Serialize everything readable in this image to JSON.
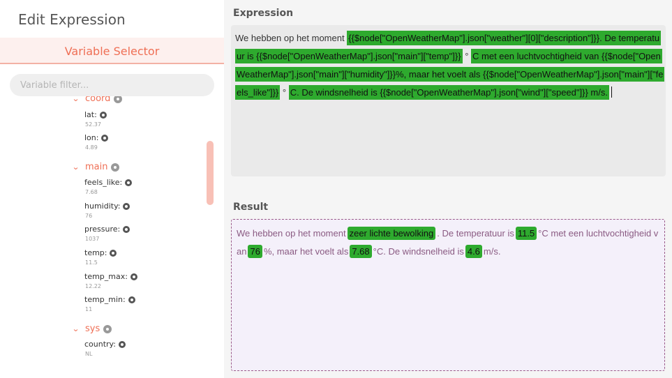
{
  "dialog": {
    "title": "Edit Expression"
  },
  "variable_selector": {
    "title": "Variable Selector",
    "filter_placeholder": "Variable filter...",
    "groups": {
      "coord": {
        "label": "coord",
        "items": [
          {
            "key": "lat:",
            "value": "52.37"
          },
          {
            "key": "lon:",
            "value": "4.89"
          }
        ]
      },
      "main": {
        "label": "main",
        "items": [
          {
            "key": "feels_like:",
            "value": "7.68"
          },
          {
            "key": "humidity:",
            "value": "76"
          },
          {
            "key": "pressure:",
            "value": "1037"
          },
          {
            "key": "temp:",
            "value": "11.5"
          },
          {
            "key": "temp_max:",
            "value": "12.22"
          },
          {
            "key": "temp_min:",
            "value": "11"
          }
        ]
      },
      "sys": {
        "label": "sys",
        "items": [
          {
            "key": "country:",
            "value": "NL"
          }
        ]
      }
    }
  },
  "expression": {
    "title": "Expression",
    "segments": [
      {
        "text": "We hebben op het moment ",
        "hl": false
      },
      {
        "text": "{{$node[\"OpenWeatherMap\"].json[\"weather\"][0][\"description\"]}}. De temperatuur is {{$node[\"OpenWeatherMap\"].json[\"main\"][\"temp\"]}}",
        "hl": true
      },
      {
        "text": " ° ",
        "hl": false
      },
      {
        "text": "C met een luchtvochtigheid van {{$node[\"OpenWeatherMap\"].json[\"main\"][\"humidity\"]}}%, maar het voelt als {{$node[\"OpenWeatherMap\"].json[\"main\"][\"feels_like\"]}}",
        "hl": true
      },
      {
        "text": " ° ",
        "hl": false
      },
      {
        "text": "C. De windsnelheid is {{$node[\"OpenWeatherMap\"].json[\"wind\"][\"speed\"]}} m/s.",
        "hl": true
      }
    ]
  },
  "result": {
    "title": "Result",
    "segments": [
      {
        "text": "We hebben op het moment",
        "hl": false
      },
      {
        "text": "zeer lichte bewolking",
        "hl": true
      },
      {
        "text": ". De temperatuur is",
        "hl": false
      },
      {
        "text": "11.5",
        "hl": true
      },
      {
        "text": "°C met een luchtvochtigheid van",
        "hl": false
      },
      {
        "text": "76",
        "hl": true
      },
      {
        "text": "%, maar het voelt als",
        "hl": false
      },
      {
        "text": "7.68",
        "hl": true
      },
      {
        "text": "°C. De windsnelheid is",
        "hl": false
      },
      {
        "text": "4.6",
        "hl": true
      },
      {
        "text": "m/s.",
        "hl": false
      }
    ]
  },
  "colors": {
    "accent": "#ef6f55",
    "highlight": "#2eaa2e",
    "result_text": "#8a5a82"
  }
}
